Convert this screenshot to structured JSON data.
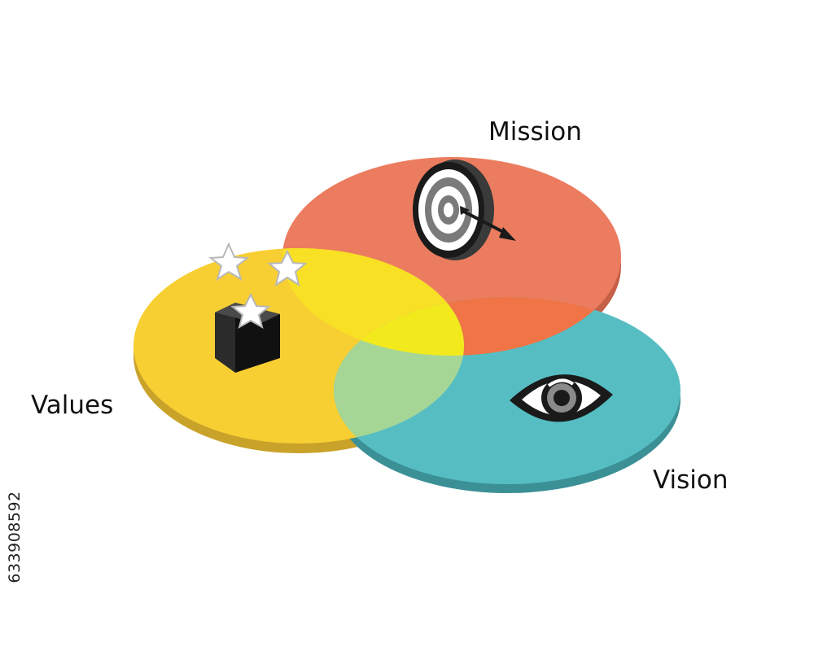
{
  "labels": {
    "mission": "Mission",
    "values": "Values",
    "vision": "Vision"
  },
  "stock_id": "633908592",
  "colors": {
    "mission": "#ec7c5f",
    "mission_side": "#c65f47",
    "values": "#f8cf33",
    "values_side": "#c9a22a",
    "vision": "#56bec3",
    "vision_side": "#3b9096",
    "mission_values_overlap": "#f8e025",
    "mission_vision_overlap": "#f07446",
    "center_overlap": "#f2ea1c",
    "values_vision_overlap": "#a6d696"
  },
  "icons": {
    "mission": "target-with-arrow-icon",
    "values": "box-with-stars-icon",
    "vision": "eye-icon"
  }
}
